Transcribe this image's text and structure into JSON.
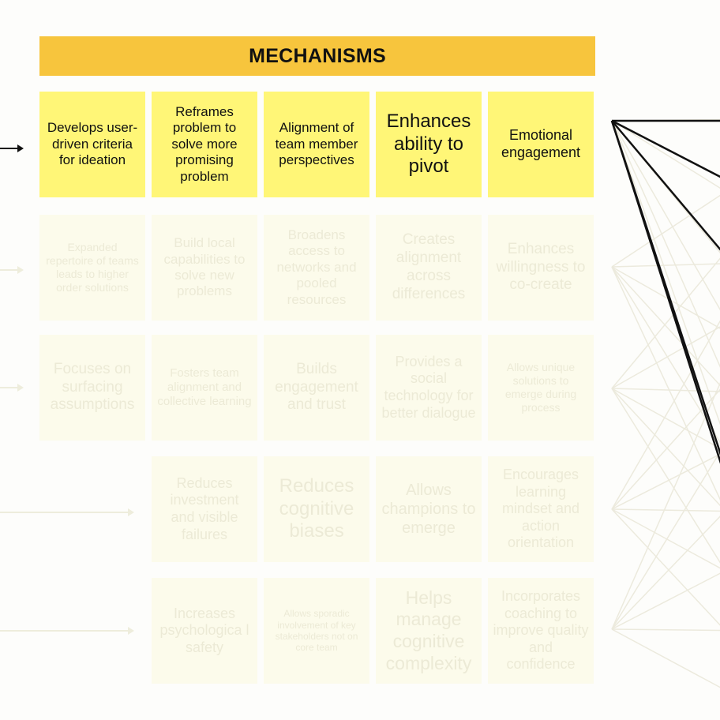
{
  "header": {
    "title": "MECHANISMS"
  },
  "colors": {
    "banner": "#f7c53d",
    "active_card": "#fff677",
    "faded_card": "#fcfbeb",
    "faded_text": "#ecead6"
  },
  "rows": [
    {
      "active": true,
      "cells": [
        "Develops user-driven criteria for ideation",
        "Reframes problem to solve more promising problem",
        "Alignment of team member perspectives",
        "Enhances ability to pivot",
        "Emotional engagement"
      ]
    },
    {
      "active": false,
      "cells": [
        "Expanded repertoire of teams leads to higher order solutions",
        "Build local capabilities to solve new problems",
        "Broadens access to networks and pooled resources",
        "Creates alignment across differences",
        "Enhances willingness to co-create"
      ]
    },
    {
      "active": false,
      "cells": [
        "Focuses on surfacing assumptions",
        "Fosters team alignment and collective learning",
        "Builds engagement and trust",
        "Provides a social technology for better dialogue",
        "Allows unique solutions to emerge during process"
      ]
    },
    {
      "active": false,
      "cells": [
        "",
        "Reduces investment and visible failures",
        "Reduces cognitive biases",
        "Allows champions to emerge",
        "Encourages learning mindset and action orientation"
      ]
    },
    {
      "active": false,
      "cells": [
        "",
        "Increases psychologica l safety",
        "Allows sporadic involvement of key stakeholders not on core team",
        "Helps manage cognitive complexity",
        "Incorporates coaching to improve quality and confidence"
      ]
    }
  ]
}
